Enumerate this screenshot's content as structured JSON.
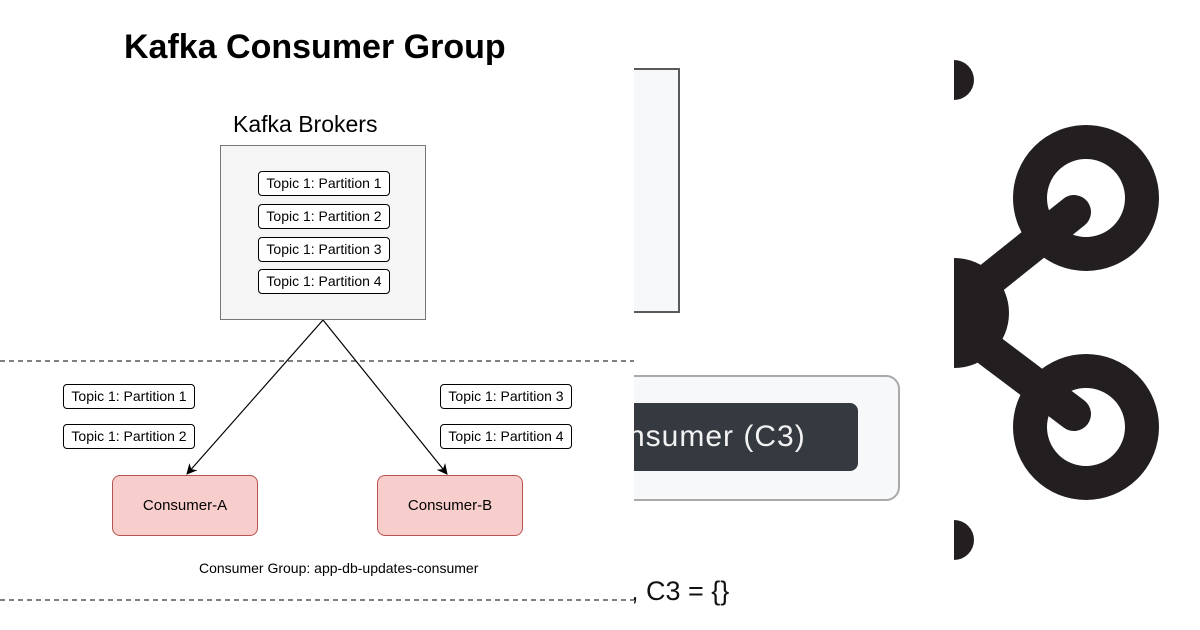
{
  "diagram": {
    "title": "Kafka Consumer Group",
    "brokers_label": "Kafka Brokers",
    "broker_partitions": [
      "Topic 1: Partition 1",
      "Topic 1: Partition 2",
      "Topic 1: Partition 3",
      "Topic 1: Partition 4"
    ],
    "consumer_a": {
      "name": "Consumer-A",
      "partitions": [
        "Topic 1: Partition 1",
        "Topic 1: Partition 2"
      ]
    },
    "consumer_b": {
      "name": "Consumer-B",
      "partitions": [
        "Topic 1: Partition 3",
        "Topic 1: Partition 4"
      ]
    },
    "group_label": "Consumer Group:  app-db-updates-consumer",
    "colors": {
      "consumer_fill": "#f8cecc",
      "consumer_border": "#b85450",
      "broker_fill": "#f5f5f5"
    }
  },
  "middle": {
    "button_text": "nsumer (C3)",
    "bottom_text": ", C3 = {}"
  },
  "logo": {
    "icon": "kafka-logo-icon",
    "color": "#231f20"
  }
}
